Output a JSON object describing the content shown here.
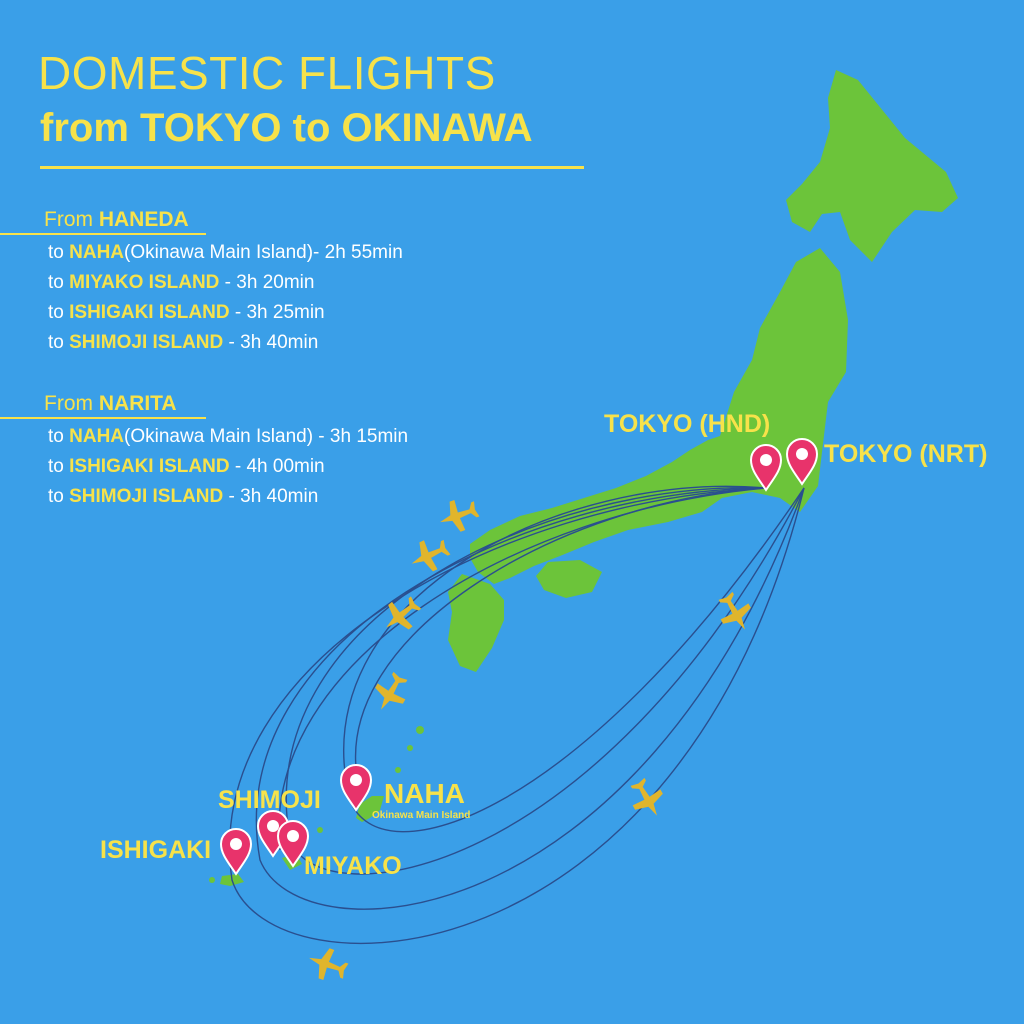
{
  "title": {
    "line1": "DOMESTIC FLIGHTS",
    "line2": "from TOKYO to OKINAWA"
  },
  "haneda": {
    "from": "From ",
    "airport": "HANEDA",
    "routes": [
      {
        "to": "to ",
        "dest": "NAHA",
        "note": "(Okinawa Main Island)- 2h 55min"
      },
      {
        "to": "to ",
        "dest": "MIYAKO ISLAND",
        "note": " - 3h 20min"
      },
      {
        "to": "to ",
        "dest": "ISHIGAKI ISLAND",
        "note": " - 3h 25min"
      },
      {
        "to": "to ",
        "dest": "SHIMOJI ISLAND",
        "note": " - 3h 40min"
      }
    ]
  },
  "narita": {
    "from": "From ",
    "airport": "NARITA",
    "routes": [
      {
        "to": "to ",
        "dest": "NAHA",
        "note": "(Okinawa Main Island) - 3h 15min"
      },
      {
        "to": "to ",
        "dest": "ISHIGAKI ISLAND",
        "note": " - 4h 00min"
      },
      {
        "to": "to ",
        "dest": "SHIMOJI ISLAND",
        "note": " - 3h 40min"
      }
    ]
  },
  "labels": {
    "hnd": "TOKYO (HND)",
    "nrt": "TOKYO (NRT)",
    "naha": "NAHA",
    "naha_sub": "Okinawa Main Island",
    "shimoji": "SHIMOJI",
    "ishigaki": "ISHIGAKI",
    "miyako": "MIYAKO"
  },
  "colors": {
    "sea": "#3a9fe8",
    "land": "#6cc43a",
    "accent": "#f7e24a",
    "text_light": "#ffffff",
    "pin": "#e8336b",
    "route_line": "#2a4f8f",
    "plane": "#e0b52c"
  },
  "icons": {
    "pin": "map-pin-icon",
    "plane": "airplane-icon"
  }
}
